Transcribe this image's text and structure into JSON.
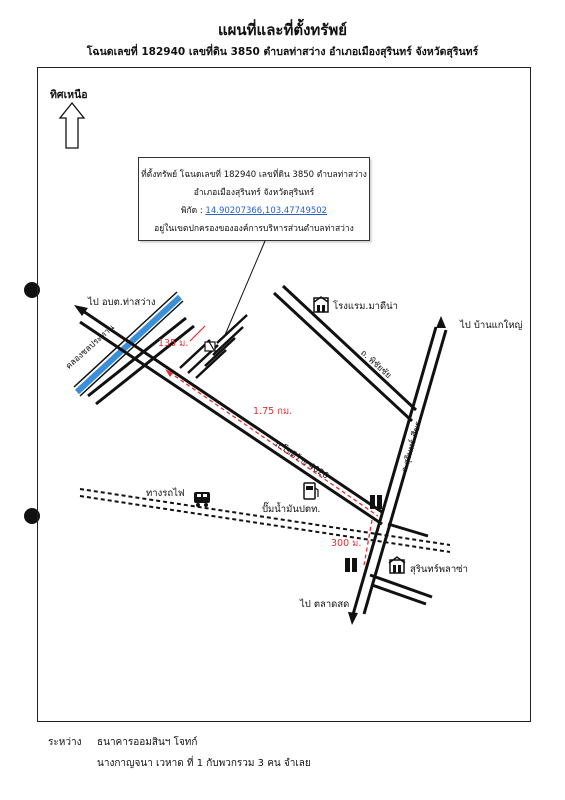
{
  "page": {
    "title": "แผนที่และที่ตั้งทรัพย์",
    "subtitle": "โฉนดเลขที่ 182940 เลขที่ดิน 3850 ตำบลท่าสว่าง อำเภอเมืองสุรินทร์ จังหวัดสุรินทร์",
    "north_label": "ทิศเหนือ"
  },
  "callout": {
    "line1": "ที่ตั้งทรัพย์ โฉนดเลขที่ 182940 เลขที่ดิน 3850   ตำบลท่าสว่าง",
    "line2": "อำเภอเมืองสุรินทร์ จังหวัดสุรินทร์",
    "coord_label": "พิกัด : ",
    "coord_value": "14.90207366,103.47749502",
    "line4": "อยู่ในเขตปกครองขององค์การบริหารส่วนตำบลท่าสว่าง"
  },
  "labels": {
    "to_obt": "ไป  อบต.ท่าสว่าง",
    "canal": "คลองชลประทาน",
    "dist_135": "135 ม.",
    "dist_175": "1.75 กม.",
    "dist_300": "300 ม.",
    "road_4026": "ถ.โชติร้าง 4026",
    "hotel": "โรงแรม.มาดีน่า",
    "soi": "ถ. พิชัยชัย",
    "to_ban": "ไป  บ้านแกใหญ่",
    "main_road": "ถ.สุรินทร์-ศีขร",
    "railway": "ทางรถไฟ",
    "gas": "ปั๊มน้ำมันปตท.",
    "plaza": "สุรินทร์พลาซ่า",
    "to_market": "ไป  ตลาดสด"
  },
  "footer": {
    "between_label": "ระหว่าง",
    "bank": "ธนาคารออมสินฯ โจทก์",
    "defendant": "นางกาญจนา เวหาด ที่ 1 กับพวกรวม 3 คน  จำเลย"
  },
  "colors": {
    "canal": "#3a8fd8",
    "route": "#e03030",
    "coord_link": "#2a62c9"
  }
}
